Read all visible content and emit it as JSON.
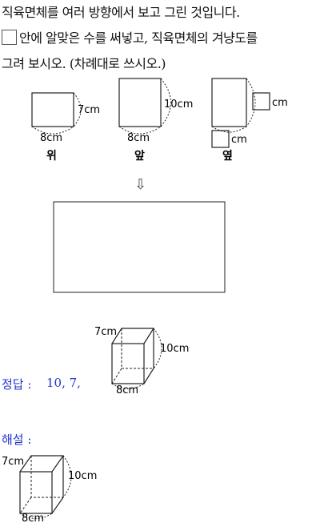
{
  "question": {
    "line1": "직육면체를 여러 방향에서 보고 그린 것입니다.",
    "line2": "안에 알맞은 수를 써넣고, 직육면체의 겨냥도를",
    "line3": "그려 보시오. (차례대로 쓰시오.)"
  },
  "views": {
    "top": {
      "name": "위",
      "width_label": "8cm",
      "height_label": "7cm"
    },
    "front": {
      "name": "앞",
      "width_label": "8cm",
      "height_label": "10cm"
    },
    "side": {
      "name": "옆",
      "blank_label_top": "cm",
      "blank_label_bottom": "cm"
    }
  },
  "arrow": "⇩",
  "answer": {
    "label": "정답 :",
    "values": "10, 7,",
    "figure": {
      "depth_label": "7cm",
      "height_label": "10cm",
      "width_label": "8cm"
    }
  },
  "explanation": {
    "label": "해설 :",
    "figure": {
      "depth_label": "7cm",
      "height_label": "10cm",
      "width_label": "8cm"
    }
  }
}
